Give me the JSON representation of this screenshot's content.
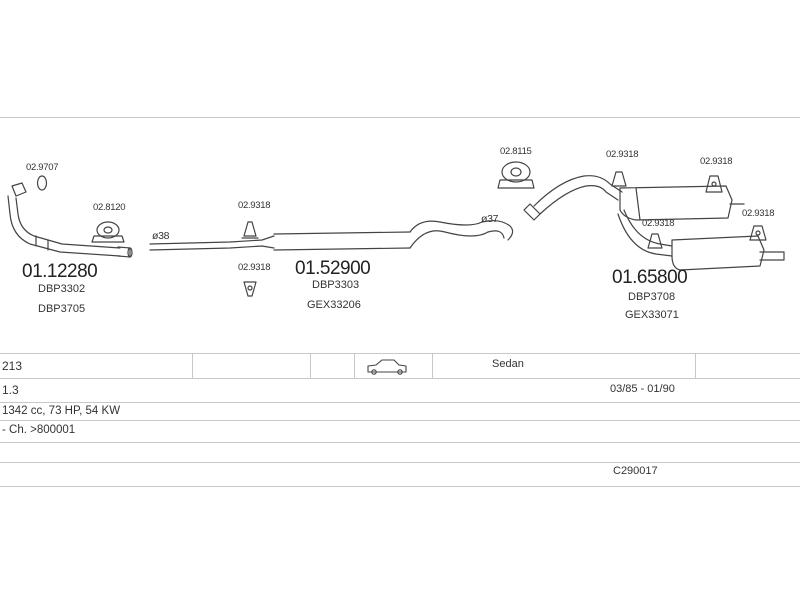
{
  "colors": {
    "stroke": "#444444",
    "text": "#222222",
    "rule": "#c8c8c8",
    "background": "#ffffff"
  },
  "diagram": {
    "parts": [
      {
        "part_number": "01.12280",
        "refs": [
          "DBP3302",
          "DBP3705"
        ]
      },
      {
        "part_number": "01.52900",
        "refs": [
          "DBP3303",
          "GEX33206"
        ]
      },
      {
        "part_number": "01.65800",
        "refs": [
          "DBP3708",
          "GEX33071"
        ]
      }
    ],
    "fittings": {
      "front_clamp": "02.9707",
      "front_gasket": "02.8120",
      "mid_hanger_top": "02.9318",
      "mid_hanger_bottom": "02.9318",
      "rear_gasket": "02.8115",
      "rear_hanger_1": "02.9318",
      "rear_hanger_2": "02.9318",
      "rear_hanger_3": "02.9318",
      "rear_hanger_4": "02.9318"
    },
    "diameters": {
      "mid": "ø38",
      "rear": "ø37"
    }
  },
  "vehicle_table": {
    "row1": {
      "code": "213",
      "body_icon": "sedan-car-icon",
      "body": "Sedan"
    },
    "row2": {
      "engine": "1.3",
      "years": "03/85 - 01/90"
    },
    "row3": {
      "spec": "1342 cc, 73 HP, 54 KW"
    },
    "row4": {
      "chassis": "- Ch. >800001"
    },
    "row5": {
      "ref_code": "C290017"
    }
  }
}
